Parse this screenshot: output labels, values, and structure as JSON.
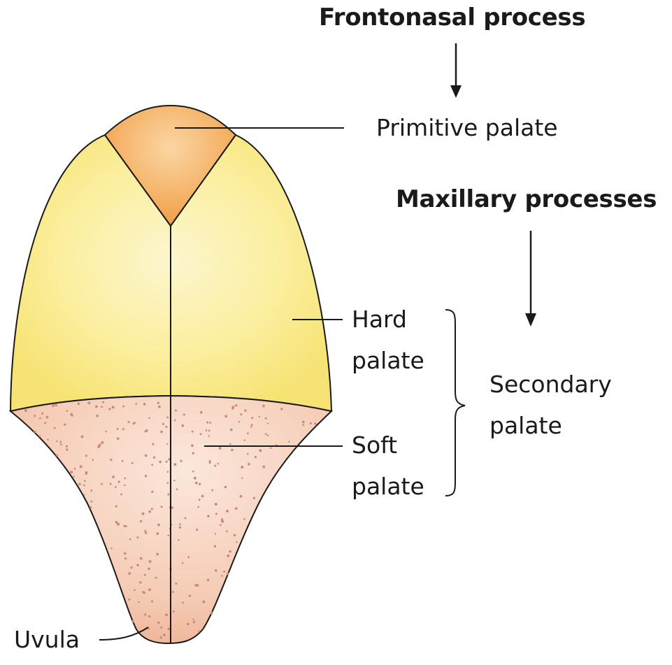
{
  "labels": {
    "frontonasal_process": "Frontonasal process",
    "primitive_palate": "Primitive palate",
    "maxillary_processes": "Maxillary processes",
    "hard_palate": [
      "Hard",
      "palate"
    ],
    "soft_palate": [
      "Soft",
      "palate"
    ],
    "secondary_palate": [
      "Secondary",
      "palate"
    ],
    "uvula": "Uvula"
  },
  "colors": {
    "primitive_palate_fill": "#f5a24a",
    "hard_palate_fill": "#fbeb8c",
    "soft_palate_fill": "#f3c0a6",
    "soft_palate_dots": "#c98a7e",
    "outline": "#1a1a1a"
  }
}
